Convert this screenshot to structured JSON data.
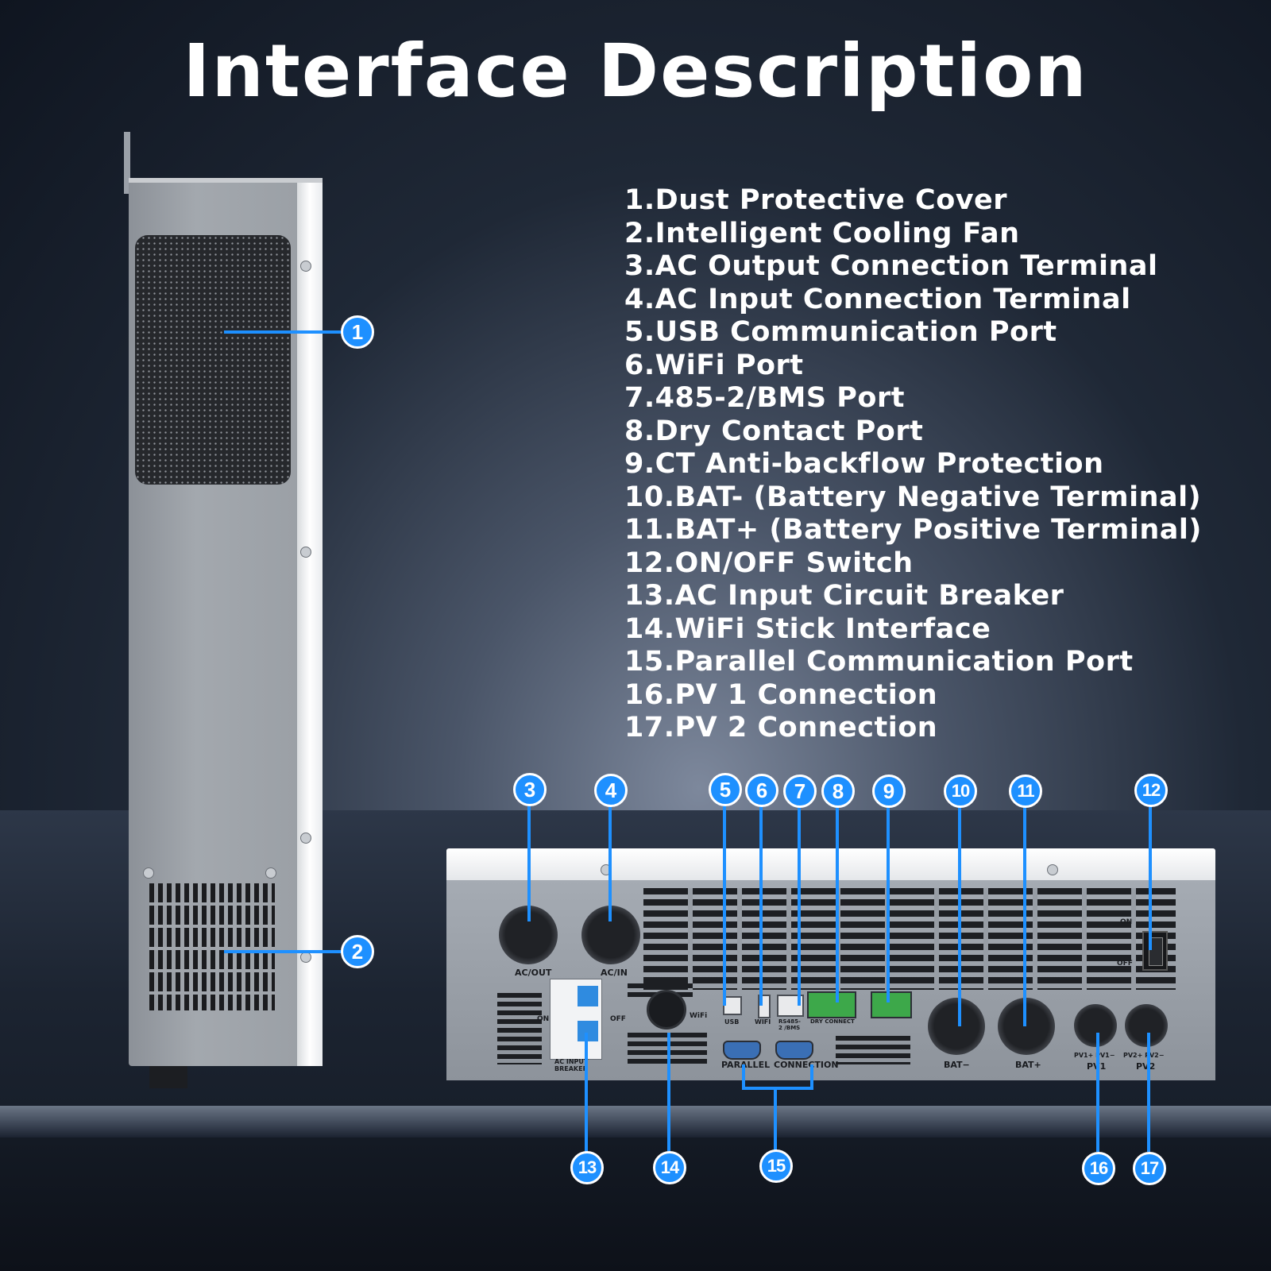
{
  "title": "Interface Description",
  "legend": [
    "1.Dust Protective Cover",
    "2.Intelligent Cooling Fan",
    "3.AC Output Connection Terminal",
    "4.AC Input Connection Terminal",
    "5.USB Communication Port",
    "6.WiFi Port",
    "7.485-2/BMS Port",
    "8.Dry Contact Port",
    "9.CT Anti-backflow Protection",
    "10.BAT- (Battery Negative Terminal)",
    "11.BAT+ (Battery Positive Terminal)",
    "12.ON/OFF Switch",
    "13.AC Input Circuit Breaker",
    "14.WiFi Stick Interface",
    "15.Parallel Communication Port",
    "16.PV 1 Connection",
    "17.PV 2 Connection"
  ],
  "badges": [
    "1",
    "2",
    "3",
    "4",
    "5",
    "6",
    "7",
    "8",
    "9",
    "10",
    "11",
    "12",
    "13",
    "14",
    "15",
    "16",
    "17"
  ],
  "panel_labels": {
    "ac_out": "AC/OUT",
    "ac_in": "AC/IN",
    "usb": "USB",
    "wifi": "WIFI",
    "rs485": "RS485-2 /BMS",
    "dry_connect": "DRY CONNECT",
    "bat_minus": "BAT−",
    "bat_plus": "BAT+",
    "pv1_terms": "PV1+ PV1−",
    "pv1": "PV1",
    "pv2_terms": "PV2+ PV2−",
    "pv2": "PV2",
    "on": "ON",
    "off": "OFF",
    "breaker_on": "ON",
    "breaker_off": "OFF",
    "breaker_label": "AC INPUT BREAKER",
    "wifi_stick": "WiFi",
    "parallel": "PARALLEL",
    "connection": "CONNECTION"
  },
  "colors": {
    "accent": "#1e90ff",
    "text": "#ffffff"
  }
}
